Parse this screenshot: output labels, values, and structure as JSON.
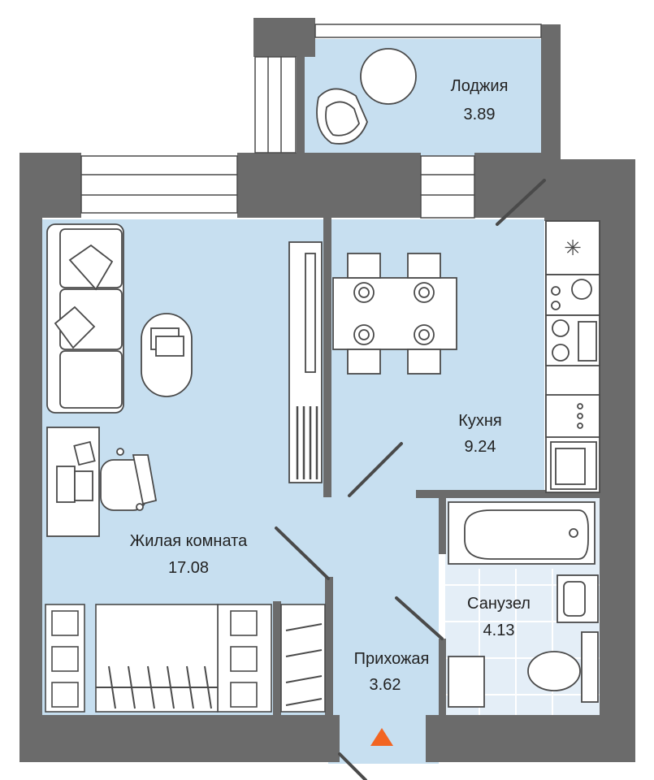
{
  "colors": {
    "wall": "#6b6b6b",
    "room_fill": "#c7dff0",
    "bath_tile": "#e4eef7",
    "line": "#4a4a4a",
    "furniture_fill": "#ffffff",
    "entrance_marker": "#f26522",
    "text": "#222222"
  },
  "rooms": {
    "loggia": {
      "name": "Лоджия",
      "area": "3.89"
    },
    "kitchen": {
      "name": "Кухня",
      "area": "9.24"
    },
    "living": {
      "name": "Жилая комната",
      "area": "17.08"
    },
    "bathroom": {
      "name": "Санузел",
      "area": "4.13"
    },
    "hallway": {
      "name": "Прихожая",
      "area": "3.62"
    }
  },
  "icons": {
    "entrance": "entrance-triangle-icon",
    "fridge": "snowflake-icon"
  }
}
